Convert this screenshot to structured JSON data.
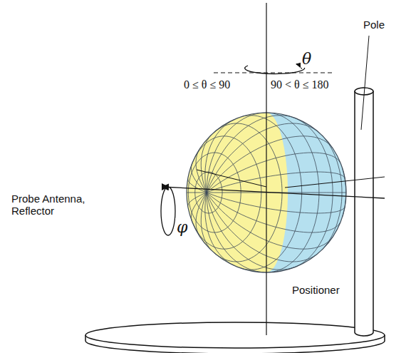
{
  "diagram": {
    "labels": [
      "θ",
      "0 ≤ θ ≤ 90",
      "90 < θ ≤ 180",
      "Pole",
      "Probe Antenna, Reflector",
      "φ",
      "Positioner"
    ]
  }
}
